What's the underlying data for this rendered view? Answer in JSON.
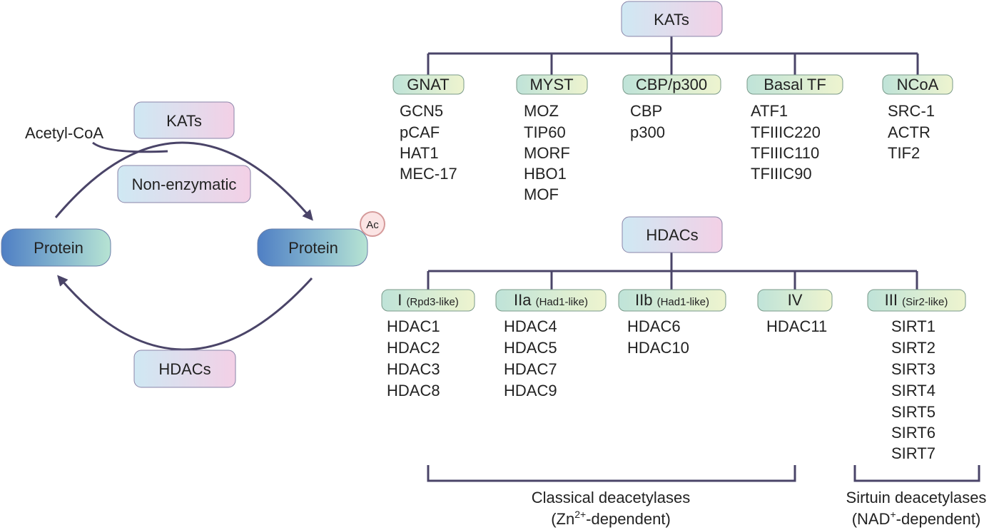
{
  "cycle": {
    "acetyl_coa": "Acetyl-CoA",
    "kats_label": "KATs",
    "non_enzymatic_label": "Non-enzymatic",
    "hdacs_label": "HDACs",
    "protein_left": "Protein",
    "protein_right": "Protein",
    "ac_badge": "Ac"
  },
  "kats_tree": {
    "root": "KATs",
    "families": [
      {
        "name": "GNAT",
        "members": [
          "GCN5",
          "pCAF",
          "HAT1",
          "MEC-17"
        ]
      },
      {
        "name": "MYST",
        "members": [
          "MOZ",
          "TIP60",
          "MORF",
          "HBO1",
          "MOF"
        ]
      },
      {
        "name": "CBP/p300",
        "members": [
          "CBP",
          "p300"
        ]
      },
      {
        "name": "Basal TF",
        "members": [
          "ATF1",
          "TFIIIC220",
          "TFIIIC110",
          "TFIIIC90"
        ]
      },
      {
        "name": "NCoA",
        "members": [
          "SRC-1",
          "ACTR",
          "TIF2"
        ]
      }
    ]
  },
  "hdacs_tree": {
    "root": "HDACs",
    "classes": [
      {
        "name": "I",
        "sub": "(Rpd3-like)",
        "members": [
          "HDAC1",
          "HDAC2",
          "HDAC3",
          "HDAC8"
        ]
      },
      {
        "name": "IIa",
        "sub": "(Had1-like)",
        "members": [
          "HDAC4",
          "HDAC5",
          "HDAC7",
          "HDAC9"
        ]
      },
      {
        "name": "IIb",
        "sub": "(Had1-like)",
        "members": [
          "HDAC6",
          "HDAC10"
        ]
      },
      {
        "name": "IV",
        "sub": "",
        "members": [
          "HDAC11"
        ]
      },
      {
        "name": "III",
        "sub": "(Sir2-like)",
        "members": [
          "SIRT1",
          "SIRT2",
          "SIRT3",
          "SIRT4",
          "SIRT5",
          "SIRT6",
          "SIRT7"
        ]
      }
    ]
  },
  "groupings": {
    "classical_line1": "Classical deacetylases",
    "classical_line2_prefix": "(Zn",
    "classical_line2_sup": "2+",
    "classical_line2_suffix": "-dependent)",
    "sirtuin_line1": "Sirtuin deacetylases",
    "sirtuin_line2_prefix": "(NAD",
    "sirtuin_line2_sup": "+",
    "sirtuin_line2_suffix": "-dependent)"
  },
  "colors": {
    "line": "#4a4468",
    "family_box_left": "#bfe3d8",
    "family_box_right": "#eef4cf",
    "root_box_left": "#cfe8f3",
    "root_box_right": "#f3d0e6",
    "protein_left": "#4f7fc4",
    "protein_right": "#b7e4d3",
    "ac_fill": "#fbe4e4",
    "ac_stroke": "#d59a9a"
  }
}
